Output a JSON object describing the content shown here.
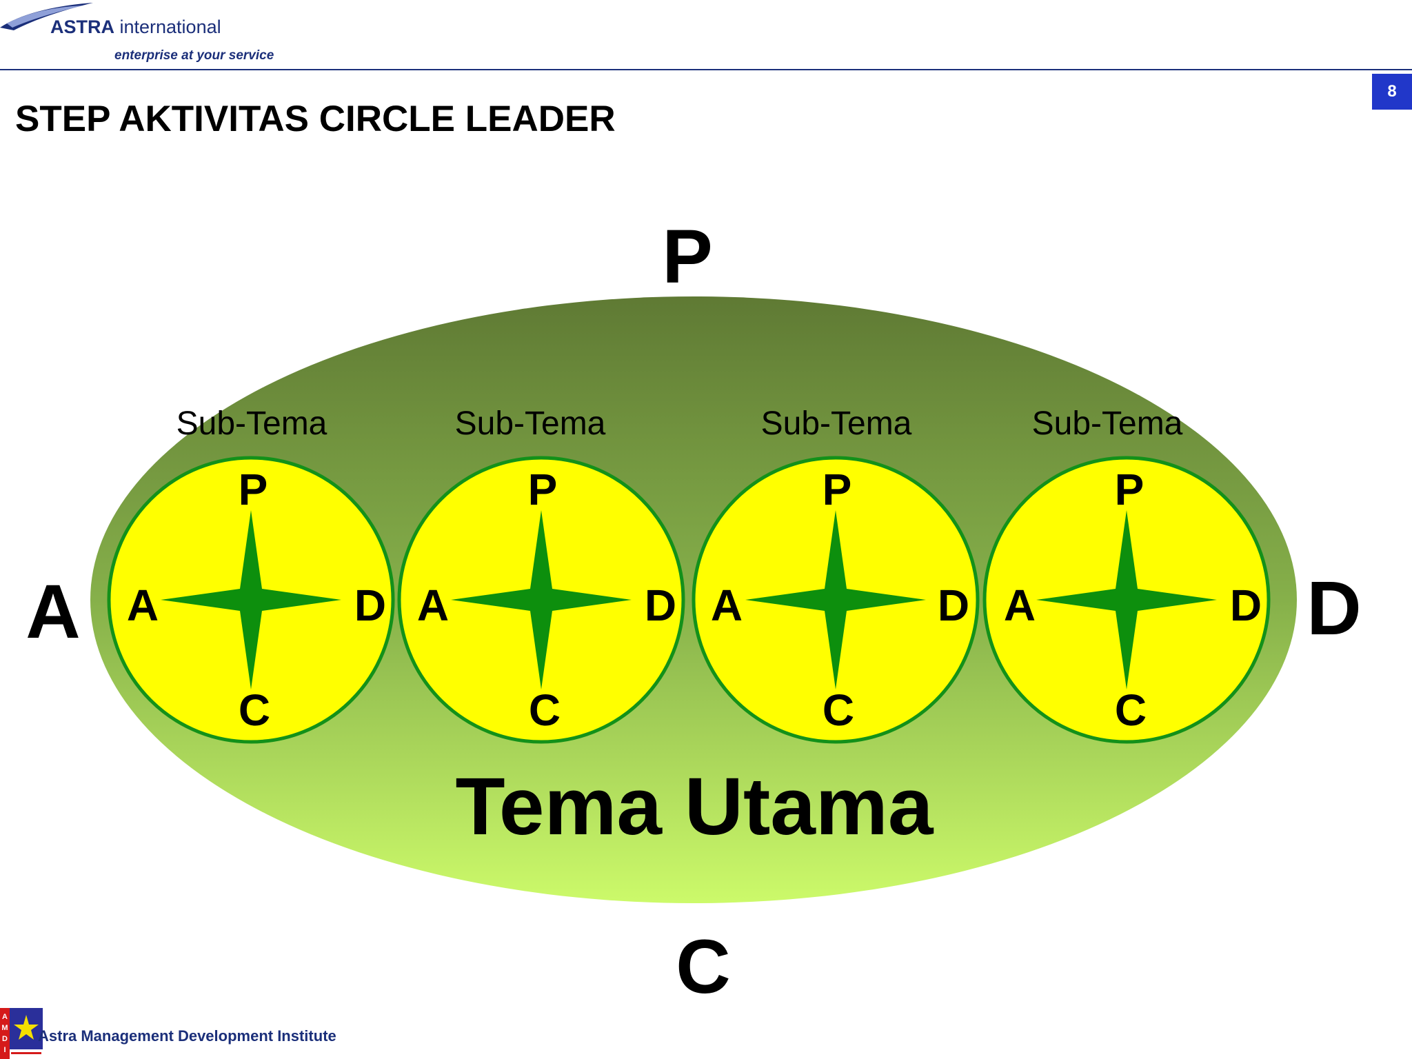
{
  "header": {
    "brand_bold": "ASTRA",
    "brand_rest": " international",
    "tagline": "enterprise at your service",
    "page_number": "8"
  },
  "title": "STEP AKTIVITAS CIRCLE LEADER",
  "diagram": {
    "outer_labels": {
      "top": "P",
      "left": "A",
      "right": "D",
      "bottom": "C"
    },
    "main_theme": "Tema Utama",
    "sub_themes": [
      {
        "label": "Sub-Tema",
        "top": "P",
        "left": "A",
        "right": "D",
        "bottom": "C"
      },
      {
        "label": "Sub-Tema",
        "top": "P",
        "left": "A",
        "right": "D",
        "bottom": "C"
      },
      {
        "label": "Sub-Tema",
        "top": "P",
        "left": "A",
        "right": "D",
        "bottom": "C"
      },
      {
        "label": "Sub-Tema",
        "top": "P",
        "left": "A",
        "right": "D",
        "bottom": "C"
      }
    ],
    "colors": {
      "ellipse_top": "#5f7a34",
      "ellipse_bottom": "#ccfa6a",
      "circle_fill": "#ffff00",
      "circle_stroke": "#139119",
      "star_fill": "#0d8f0d"
    }
  },
  "footer": {
    "logo_letters": [
      "A",
      "M",
      "D",
      "I"
    ],
    "text": "Astra Management Development Institute"
  }
}
